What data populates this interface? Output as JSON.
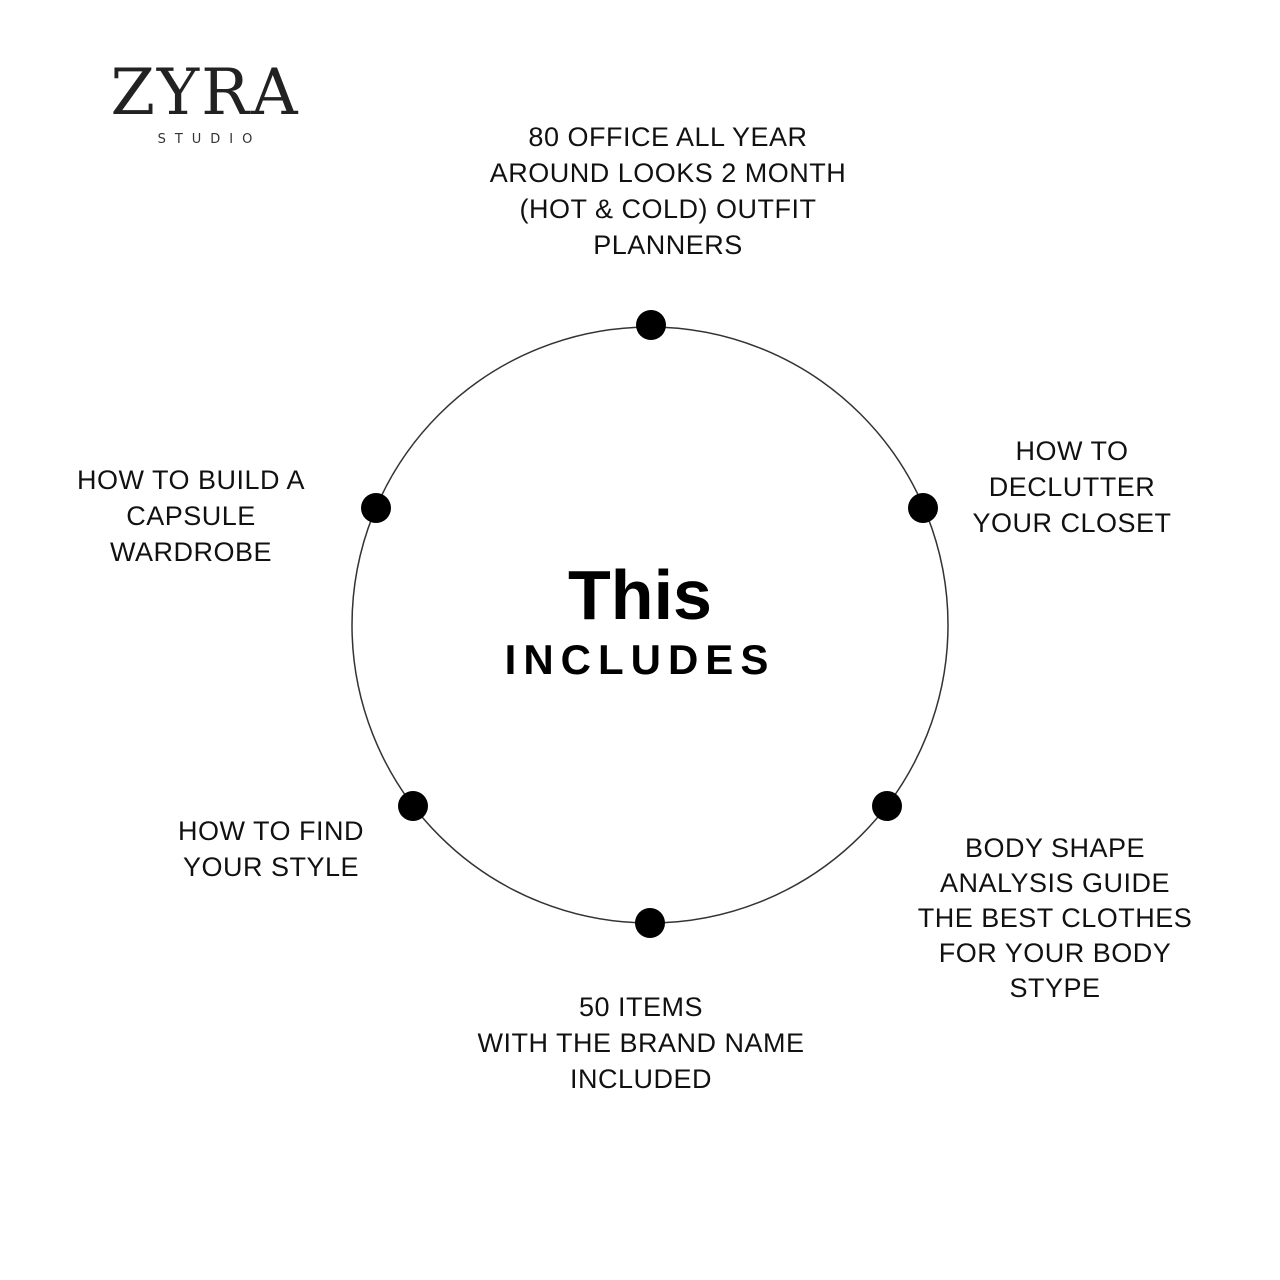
{
  "logo": {
    "brand": "ZYRA",
    "sub": "STUDIO"
  },
  "center": {
    "title": "This",
    "subtitle": "INCLUDES"
  },
  "items": [
    {
      "lines": [
        "80 OFFICE ALL YEAR",
        "AROUND LOOKS 2 MONTH",
        "(HOT & COLD) OUTFIT",
        "PLANNERS"
      ]
    },
    {
      "lines": [
        "HOW TO",
        "DECLUTTER",
        "YOUR CLOSET"
      ]
    },
    {
      "lines": [
        "BODY SHAPE",
        "ANALYSIS GUIDE",
        "THE BEST CLOTHES",
        "FOR YOUR BODY",
        "STYPE"
      ]
    },
    {
      "lines": [
        "50 ITEMS",
        "WITH THE BRAND NAME",
        "INCLUDED"
      ]
    },
    {
      "lines": [
        "HOW TO FIND",
        "YOUR STYLE"
      ]
    },
    {
      "lines": [
        "HOW TO BUILD A",
        "CAPSULE",
        "WARDROBE"
      ]
    }
  ]
}
